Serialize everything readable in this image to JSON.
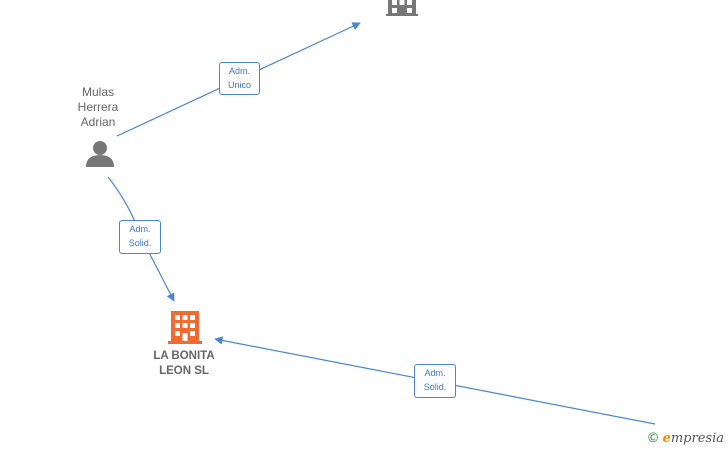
{
  "nodes": {
    "person": {
      "label": "Mulas\nHerrera\nAdrian"
    },
    "company_main": {
      "label": "LA BONITA\nLEON  SL"
    }
  },
  "edges": {
    "edge1": {
      "label": "Adm.\nUnico"
    },
    "edge2": {
      "label": "Adm.\nSolid."
    },
    "edge3": {
      "label": "Adm.\nSolid."
    }
  },
  "colors": {
    "edge": "#4a86d4",
    "person_icon": "#777777",
    "company_main_icon": "#f26a2e",
    "company_other_icon": "#777777"
  },
  "footer": {
    "copyright_symbol": "©",
    "brand_initial": "e",
    "brand_rest": "mpresia"
  }
}
